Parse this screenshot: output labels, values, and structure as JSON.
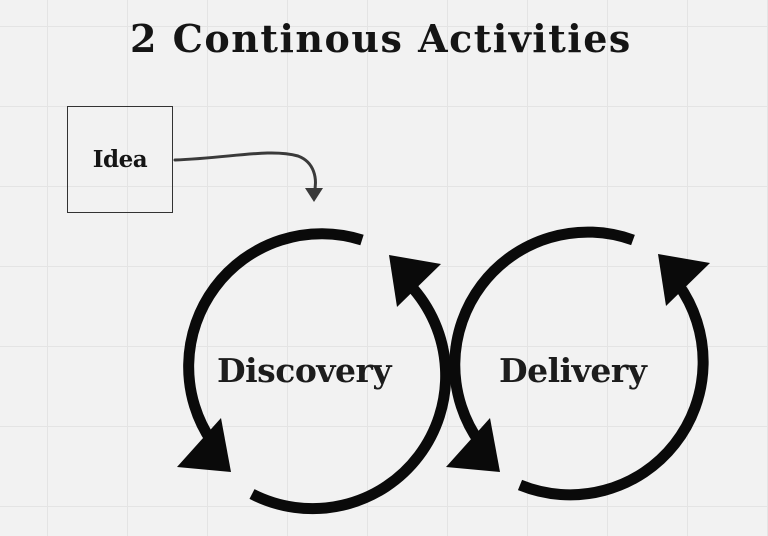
{
  "title": "2 Continous Activities",
  "idea": {
    "label": "Idea"
  },
  "cycles": {
    "discovery": {
      "label": "Discovery"
    },
    "delivery": {
      "label": "Delivery"
    }
  },
  "colors": {
    "ink": "#0a0a0a",
    "connector": "#3a3a3a",
    "background": "#f2f2f2"
  }
}
